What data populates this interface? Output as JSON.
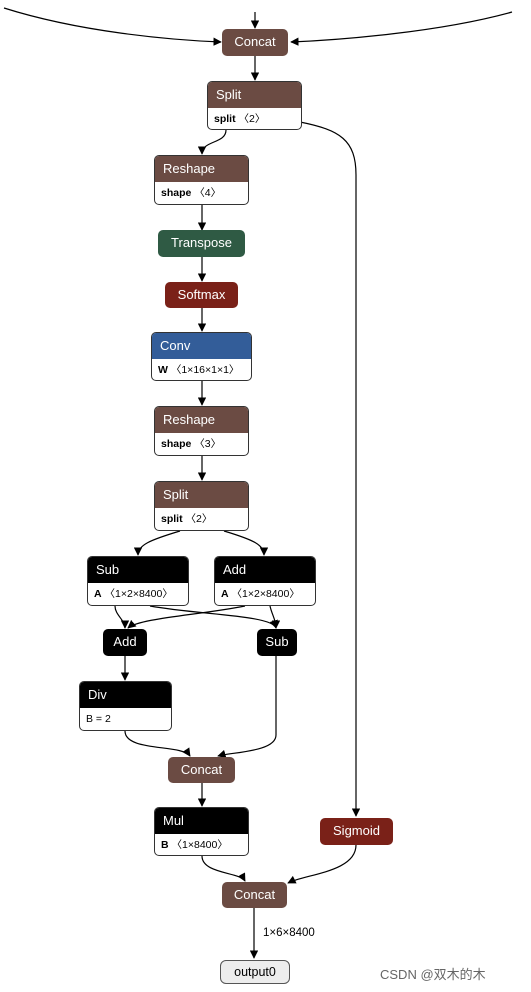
{
  "nodes": {
    "concat_top": {
      "op": "Concat"
    },
    "split_1": {
      "op": "Split",
      "attr_name": "split",
      "attr_val": "〈2〉"
    },
    "reshape_1": {
      "op": "Reshape",
      "attr_name": "shape",
      "attr_val": "〈4〉"
    },
    "transpose": {
      "op": "Transpose"
    },
    "softmax": {
      "op": "Softmax"
    },
    "conv": {
      "op": "Conv",
      "attr_name": "W",
      "attr_val": "〈1×16×1×1〉"
    },
    "reshape_2": {
      "op": "Reshape",
      "attr_name": "shape",
      "attr_val": "〈3〉"
    },
    "split_2": {
      "op": "Split",
      "attr_name": "split",
      "attr_val": "〈2〉"
    },
    "sub_1": {
      "op": "Sub",
      "attr_name": "A",
      "attr_val": "〈1×2×8400〉"
    },
    "add_1": {
      "op": "Add",
      "attr_name": "A",
      "attr_val": "〈1×2×8400〉"
    },
    "add_2": {
      "op": "Add"
    },
    "sub_2": {
      "op": "Sub"
    },
    "div": {
      "op": "Div",
      "attr_text": "B = 2"
    },
    "concat_mid": {
      "op": "Concat"
    },
    "mul": {
      "op": "Mul",
      "attr_name": "B",
      "attr_val": "〈1×8400〉"
    },
    "sigmoid": {
      "op": "Sigmoid"
    },
    "concat_final": {
      "op": "Concat"
    }
  },
  "edge_label": "1×6×8400",
  "output": {
    "label": "output0"
  },
  "watermark": "CSDN @双木的木",
  "colors": {
    "brown": "#6b4b43",
    "green": "#2f5a44",
    "red": "#7a2118",
    "blue": "#335d99",
    "black": "#000000",
    "edge": "#000000"
  }
}
